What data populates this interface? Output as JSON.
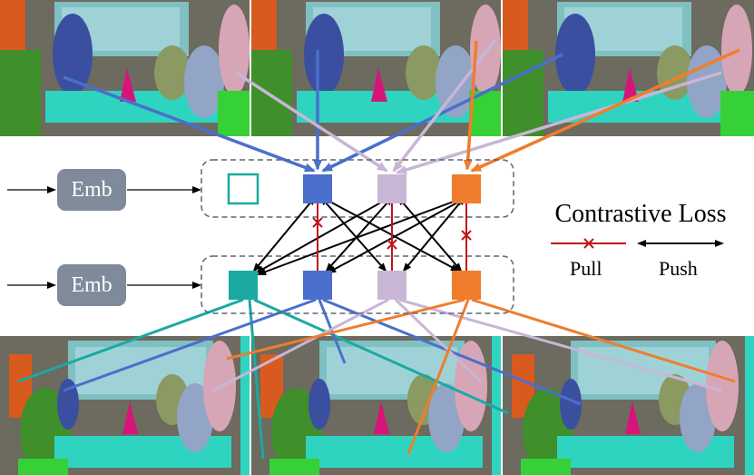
{
  "embedding": {
    "label_top": "Emb",
    "label_bottom": "Emb"
  },
  "legend": {
    "title": "Contrastive Loss",
    "pull_label": "Pull",
    "push_label": "Push"
  },
  "colors": {
    "blue": "#4a6fcc",
    "lavender": "#c9b6d6",
    "orange": "#ef7d2d",
    "teal": "#1aaaa2",
    "pull": "#c0141c",
    "push": "#000000",
    "group_border": "#5a6578"
  },
  "frames": {
    "top": [
      "scene-frame",
      "scene-frame",
      "scene-frame"
    ],
    "bottom": [
      "scene-frame",
      "scene-frame",
      "scene-frame"
    ]
  },
  "nodes": {
    "top_row": [
      "teal-empty",
      "blue",
      "lavender",
      "orange"
    ],
    "bottom_row": [
      "teal",
      "blue",
      "lavender",
      "orange"
    ]
  }
}
